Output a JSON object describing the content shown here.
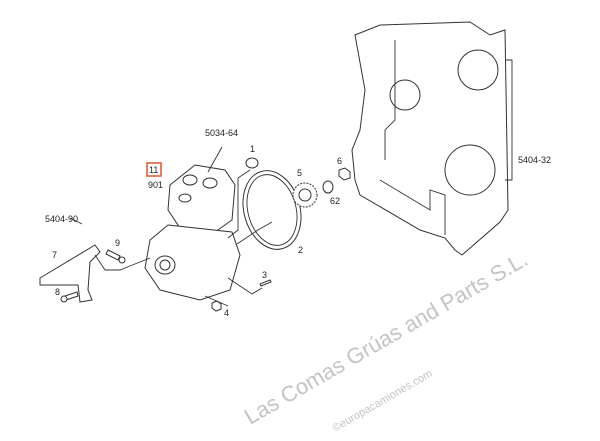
{
  "labels": {
    "compressor_ref": "5034-64",
    "item_1": "1",
    "item_11": "11",
    "item_901": "901",
    "bracket_ref": "5404-90",
    "item_9": "9",
    "item_7": "7",
    "item_8": "8",
    "item_3": "3",
    "item_4": "4",
    "item_2": "2",
    "item_5": "5",
    "item_6": "6",
    "item_62": "62",
    "housing_ref": "5404-32"
  },
  "watermark": {
    "text": "Las Comas Grúas and Parts S.L.",
    "url": "©europacamiones.com"
  },
  "colors": {
    "highlight": "#e0542a"
  }
}
